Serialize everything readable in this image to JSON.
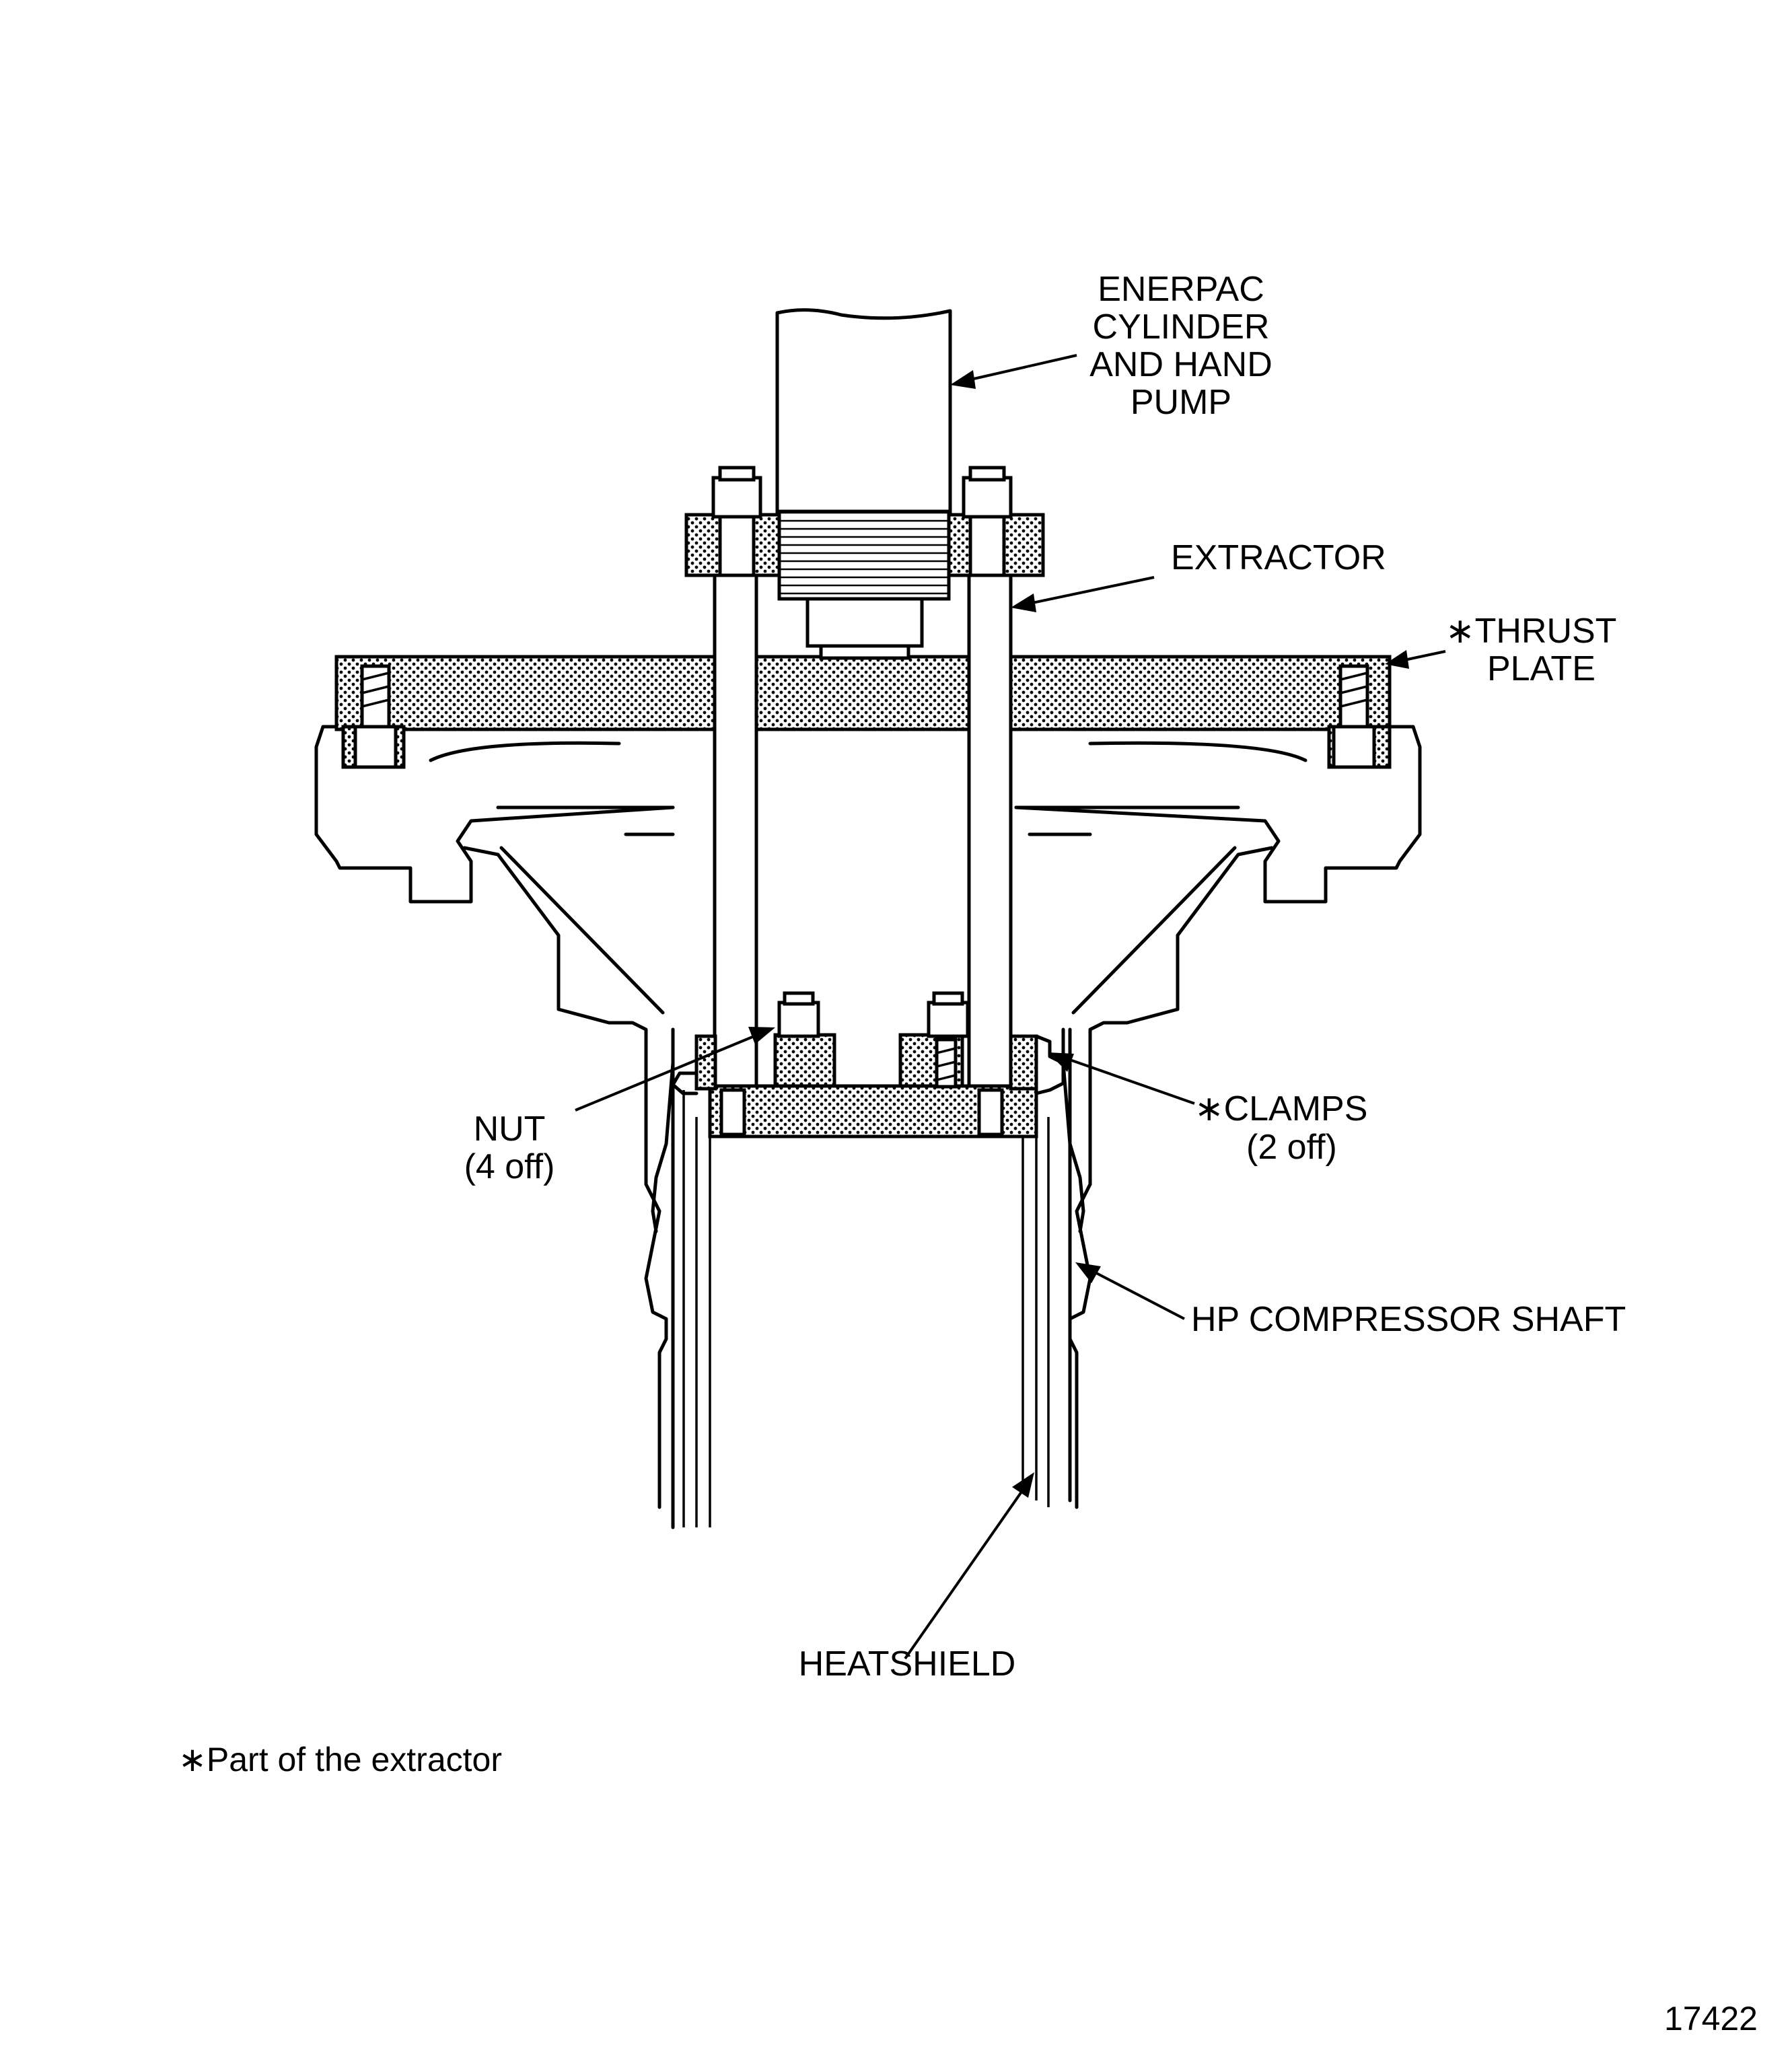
{
  "labels": {
    "cylinder_line1": "ENERPAC",
    "cylinder_line2": "CYLINDER",
    "cylinder_line3": "AND HAND",
    "cylinder_line4": "PUMP",
    "extractor": "EXTRACTOR",
    "thrust_plate_line1": "∗THRUST",
    "thrust_plate_line2": "PLATE",
    "nut_line1": "NUT",
    "nut_line2": "(4 off)",
    "clamps_line1": "∗CLAMPS",
    "clamps_line2": "(2 off)",
    "hp_shaft": "HP COMPRESSOR SHAFT",
    "heatshield": "HEATSHIELD"
  },
  "footnote": "∗Part of the extractor",
  "figure_number": "17422",
  "colors": {
    "ink": "#000000",
    "paper": "#ffffff"
  }
}
